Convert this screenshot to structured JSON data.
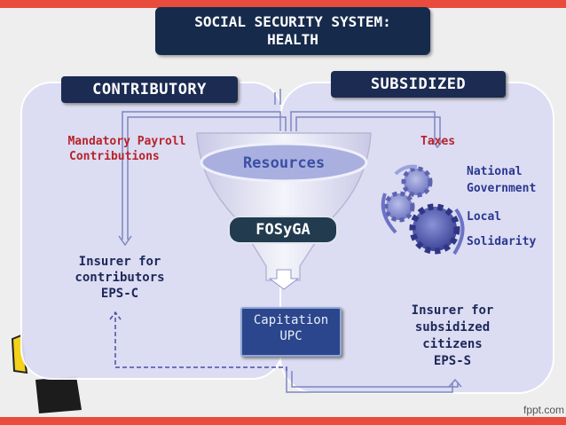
{
  "title": {
    "line1": "SOCIAL SECURITY SYSTEM:",
    "line2": "HEALTH"
  },
  "tabs": {
    "left": "CONTRIBUTORY",
    "right": "SUBSIDIZED"
  },
  "left_panel": {
    "source_line1": "Mandatory Payroll",
    "source_line2": "Contributions",
    "insurer_line1": "Insurer for",
    "insurer_line2": "contributors",
    "insurer_line3": "EPS-C"
  },
  "funnel": {
    "resources": "Resources",
    "fund": "FOSyGA"
  },
  "capitation": {
    "line1": "Capitation",
    "line2": "UPC"
  },
  "right_panel": {
    "source": "Taxes",
    "gov_line1": "National",
    "gov_line2": "Government",
    "local": "Local",
    "solidarity": "Solidarity",
    "insurer_line1": "Insurer for",
    "insurer_line2": "subsidized",
    "insurer_line3": "citizens",
    "insurer_line4": "EPS-S"
  },
  "footer": "fppt.com",
  "colors": {
    "navy": "#1b2b52",
    "panel": "#dcdcf4",
    "red_text": "#b8232a",
    "stripe": "#e94b3c",
    "capitation": "#2b468c"
  }
}
